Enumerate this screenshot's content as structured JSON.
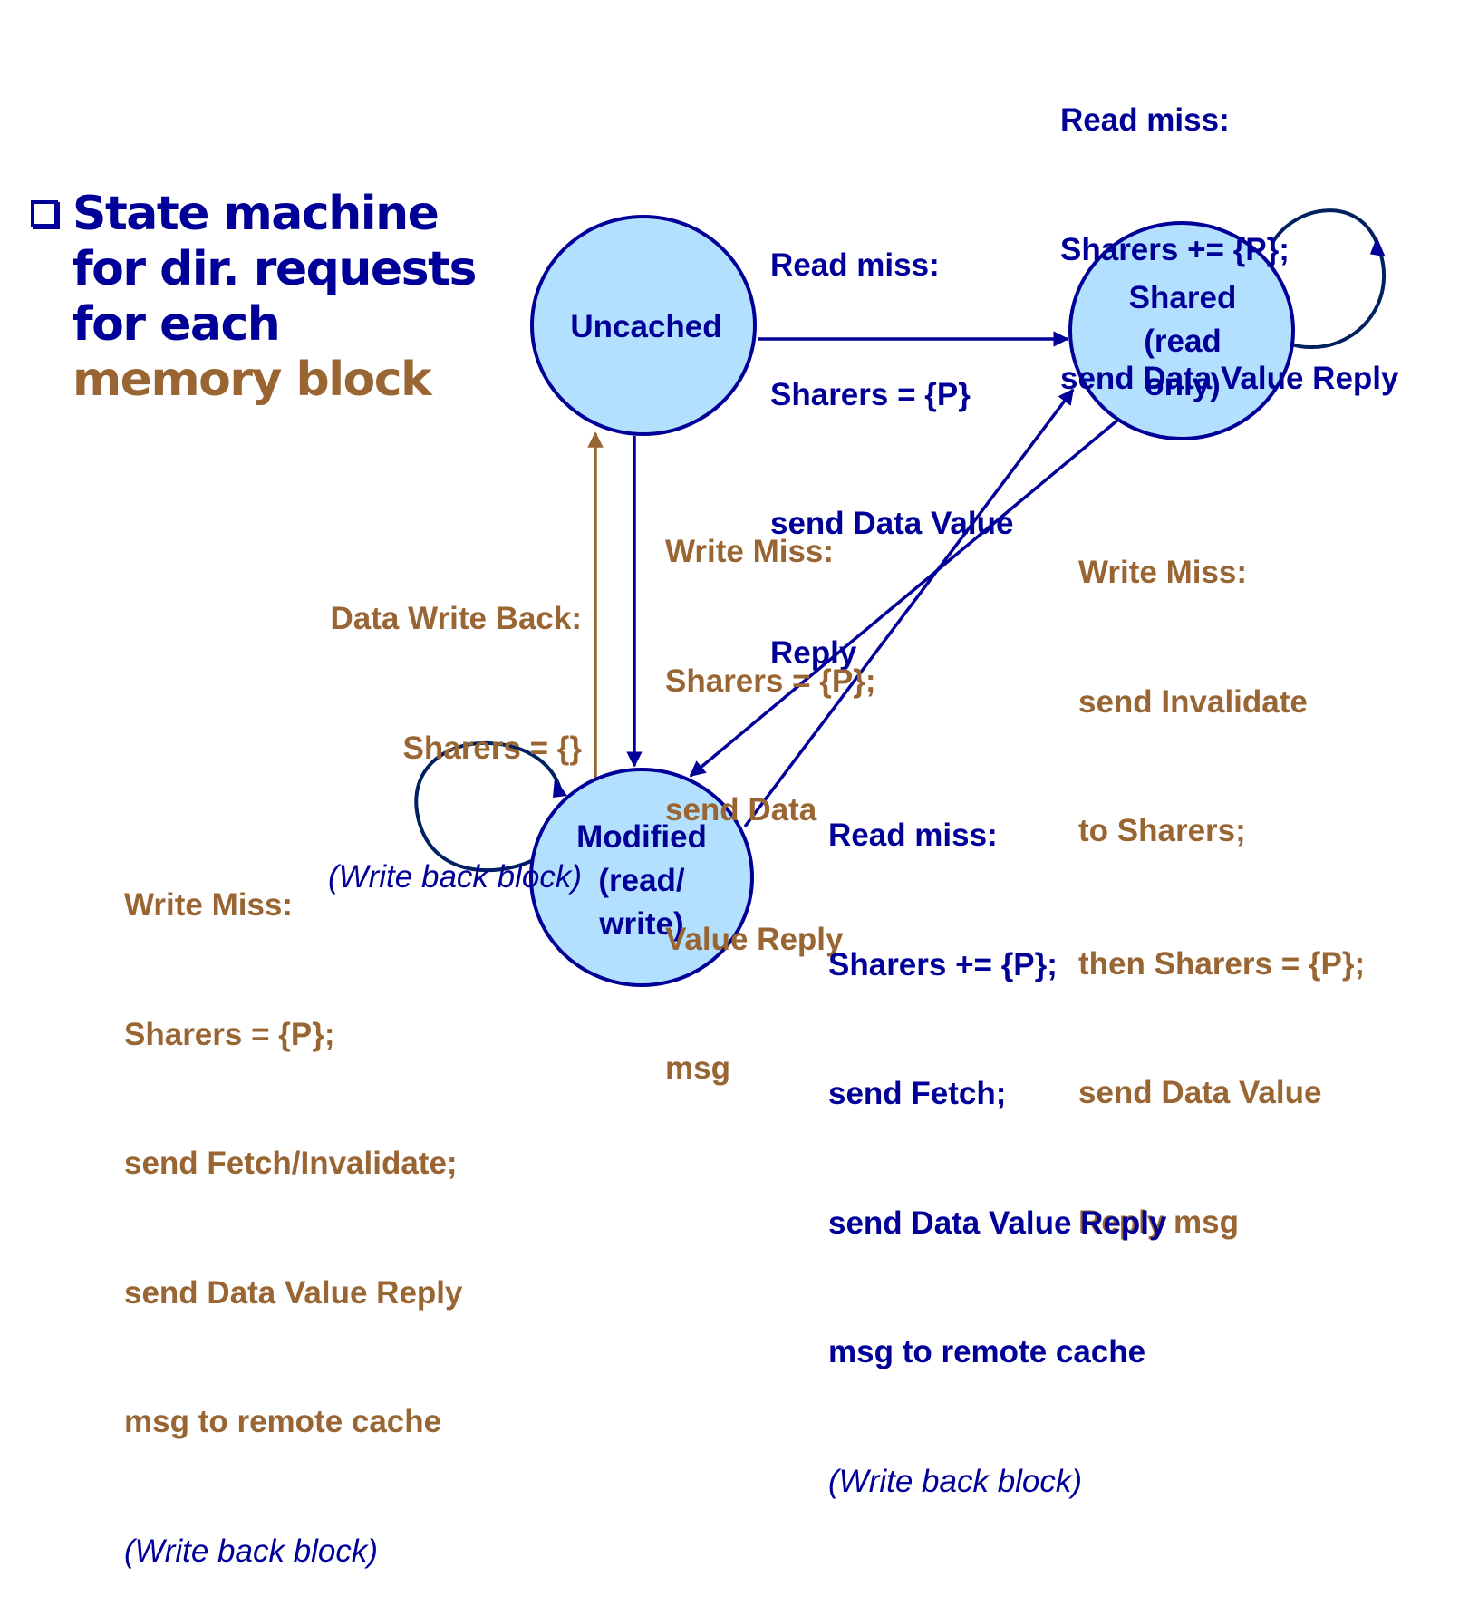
{
  "title": {
    "lines": [
      "State machine",
      "for dir. requests",
      "for each"
    ],
    "highlight": "memory block",
    "bullet_icon": "hollow-square-bullet"
  },
  "colors": {
    "primary_blue": "#000099",
    "brown": "#996633",
    "state_fill": "#b3e0ff",
    "loop_stroke": "#002060"
  },
  "states": {
    "uncached": {
      "lines": [
        "Uncached"
      ]
    },
    "shared": {
      "lines": [
        "Shared",
        "(read",
        "only)"
      ]
    },
    "modified": {
      "lines": [
        "Modified",
        "(read/",
        "write)"
      ]
    }
  },
  "transitions": {
    "uncached_to_shared": {
      "lines": [
        "Read miss:",
        "Sharers = {P}",
        "send Data Value",
        "Reply"
      ]
    },
    "shared_self_loop": {
      "lines": [
        "Read miss:",
        "Sharers += {P};",
        "send Data Value Reply"
      ]
    },
    "uncached_to_modified": {
      "lines": [
        "Write Miss:",
        "Sharers = {P};",
        "send Data",
        "Value Reply",
        "msg"
      ]
    },
    "modified_to_uncached": {
      "lines": [
        "Data Write Back:",
        "Sharers = {}"
      ],
      "note": "(Write back block)"
    },
    "shared_to_modified": {
      "lines": [
        "Write Miss:",
        "send Invalidate",
        "to Sharers;",
        "then Sharers = {P};",
        "send Data Value",
        "Reply msg"
      ]
    },
    "modified_to_shared": {
      "lines": [
        "Read miss:",
        "Sharers += {P};",
        "send Fetch;",
        "send Data Value Reply",
        "msg to remote cache"
      ],
      "note": "(Write back block)"
    },
    "modified_self_loop": {
      "lines": [
        "Write Miss:",
        "Sharers = {P};",
        "send Fetch/Invalidate;",
        "send Data Value Reply",
        "msg to remote cache"
      ],
      "note": "(Write back block)"
    }
  }
}
